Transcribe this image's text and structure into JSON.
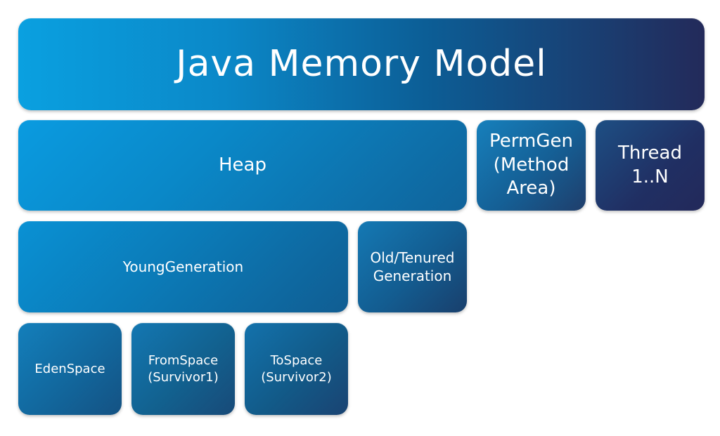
{
  "diagram": {
    "title": "Java Memory Model",
    "nodes": {
      "heap": "Heap",
      "permgen": "PermGen\n(Method\nArea)",
      "thread": "Thread\n1..N",
      "young_generation": "YoungGeneration",
      "old_generation": "Old/Tenured\nGeneration",
      "eden_space": "EdenSpace",
      "from_space": "FromSpace\n(Survivor1)",
      "to_space": "ToSpace\n(Survivor2)"
    }
  },
  "colors": {
    "title_gradient_start": "#0aa0e0",
    "title_gradient_end": "#232a5a",
    "box_blue": "#0a88c8",
    "box_dark_navy": "#23295a",
    "text": "#ffffff",
    "background": "#ffffff"
  }
}
